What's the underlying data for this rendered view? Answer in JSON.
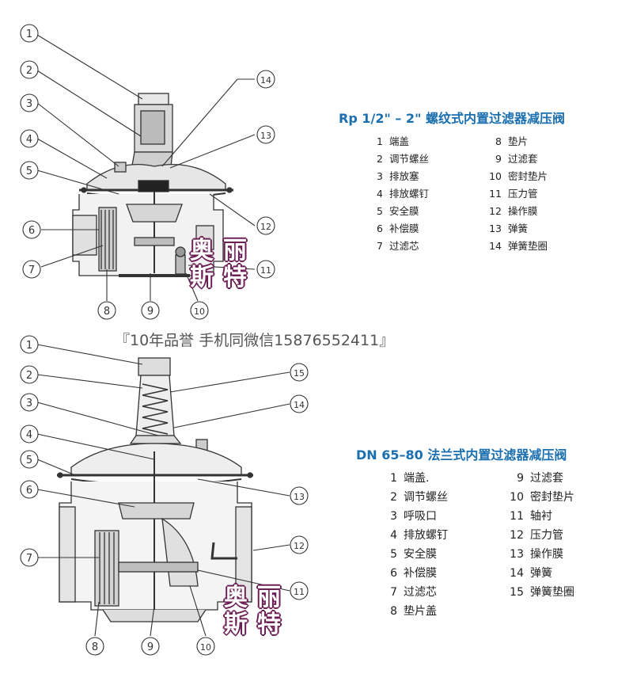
{
  "diagram1": {
    "title": "Rp 1/2\" – 2\"  螺纹式内置过滤器减压阀",
    "callouts": [
      "1",
      "2",
      "3",
      "4",
      "5",
      "6",
      "7",
      "8",
      "9",
      "10",
      "11",
      "12",
      "13",
      "14"
    ],
    "parts_left": [
      {
        "n": "1",
        "label": "端盖"
      },
      {
        "n": "2",
        "label": "调节螺丝"
      },
      {
        "n": "3",
        "label": "排放塞"
      },
      {
        "n": "4",
        "label": "排放螺钉"
      },
      {
        "n": "5",
        "label": "安全膜"
      },
      {
        "n": "6",
        "label": "补偿膜"
      },
      {
        "n": "7",
        "label": "过滤芯"
      }
    ],
    "parts_right": [
      {
        "n": "8",
        "label": "垫片"
      },
      {
        "n": "9",
        "label": "过滤套"
      },
      {
        "n": "10",
        "label": "密封垫片"
      },
      {
        "n": "11",
        "label": "压力管"
      },
      {
        "n": "12",
        "label": "操作膜"
      },
      {
        "n": "13",
        "label": "弹簧"
      },
      {
        "n": "14",
        "label": "弹簧垫圈"
      }
    ]
  },
  "banner": "『10年品誉 手机同微信15876552411』",
  "diagram2": {
    "title": "DN 65–80 法兰式内置过滤器减压阀",
    "callouts": [
      "1",
      "2",
      "3",
      "4",
      "5",
      "6",
      "7",
      "8",
      "9",
      "10",
      "11",
      "12",
      "13",
      "14",
      "15"
    ],
    "parts_left": [
      {
        "n": "1",
        "label": "端盖."
      },
      {
        "n": "2",
        "label": "调节螺丝"
      },
      {
        "n": "3",
        "label": "呼吸口"
      },
      {
        "n": "4",
        "label": "排放螺钉"
      },
      {
        "n": "5",
        "label": "安全膜"
      },
      {
        "n": "6",
        "label": "补偿膜"
      },
      {
        "n": "7",
        "label": "过滤芯"
      },
      {
        "n": "8",
        "label": "垫片盖"
      }
    ],
    "parts_right": [
      {
        "n": "9",
        "label": "过滤套"
      },
      {
        "n": "10",
        "label": "密封垫片"
      },
      {
        "n": "11",
        "label": "轴衬"
      },
      {
        "n": "12",
        "label": "压力管"
      },
      {
        "n": "13",
        "label": "操作膜"
      },
      {
        "n": "14",
        "label": "弹簧"
      },
      {
        "n": "15",
        "label": "弹簧垫圈"
      }
    ]
  },
  "watermark": {
    "line1": "奥丽",
    "line2": "斯特"
  },
  "colors": {
    "title": "#1a6fb0",
    "line": "#333333",
    "watermark_outline": "#6b1f55"
  }
}
